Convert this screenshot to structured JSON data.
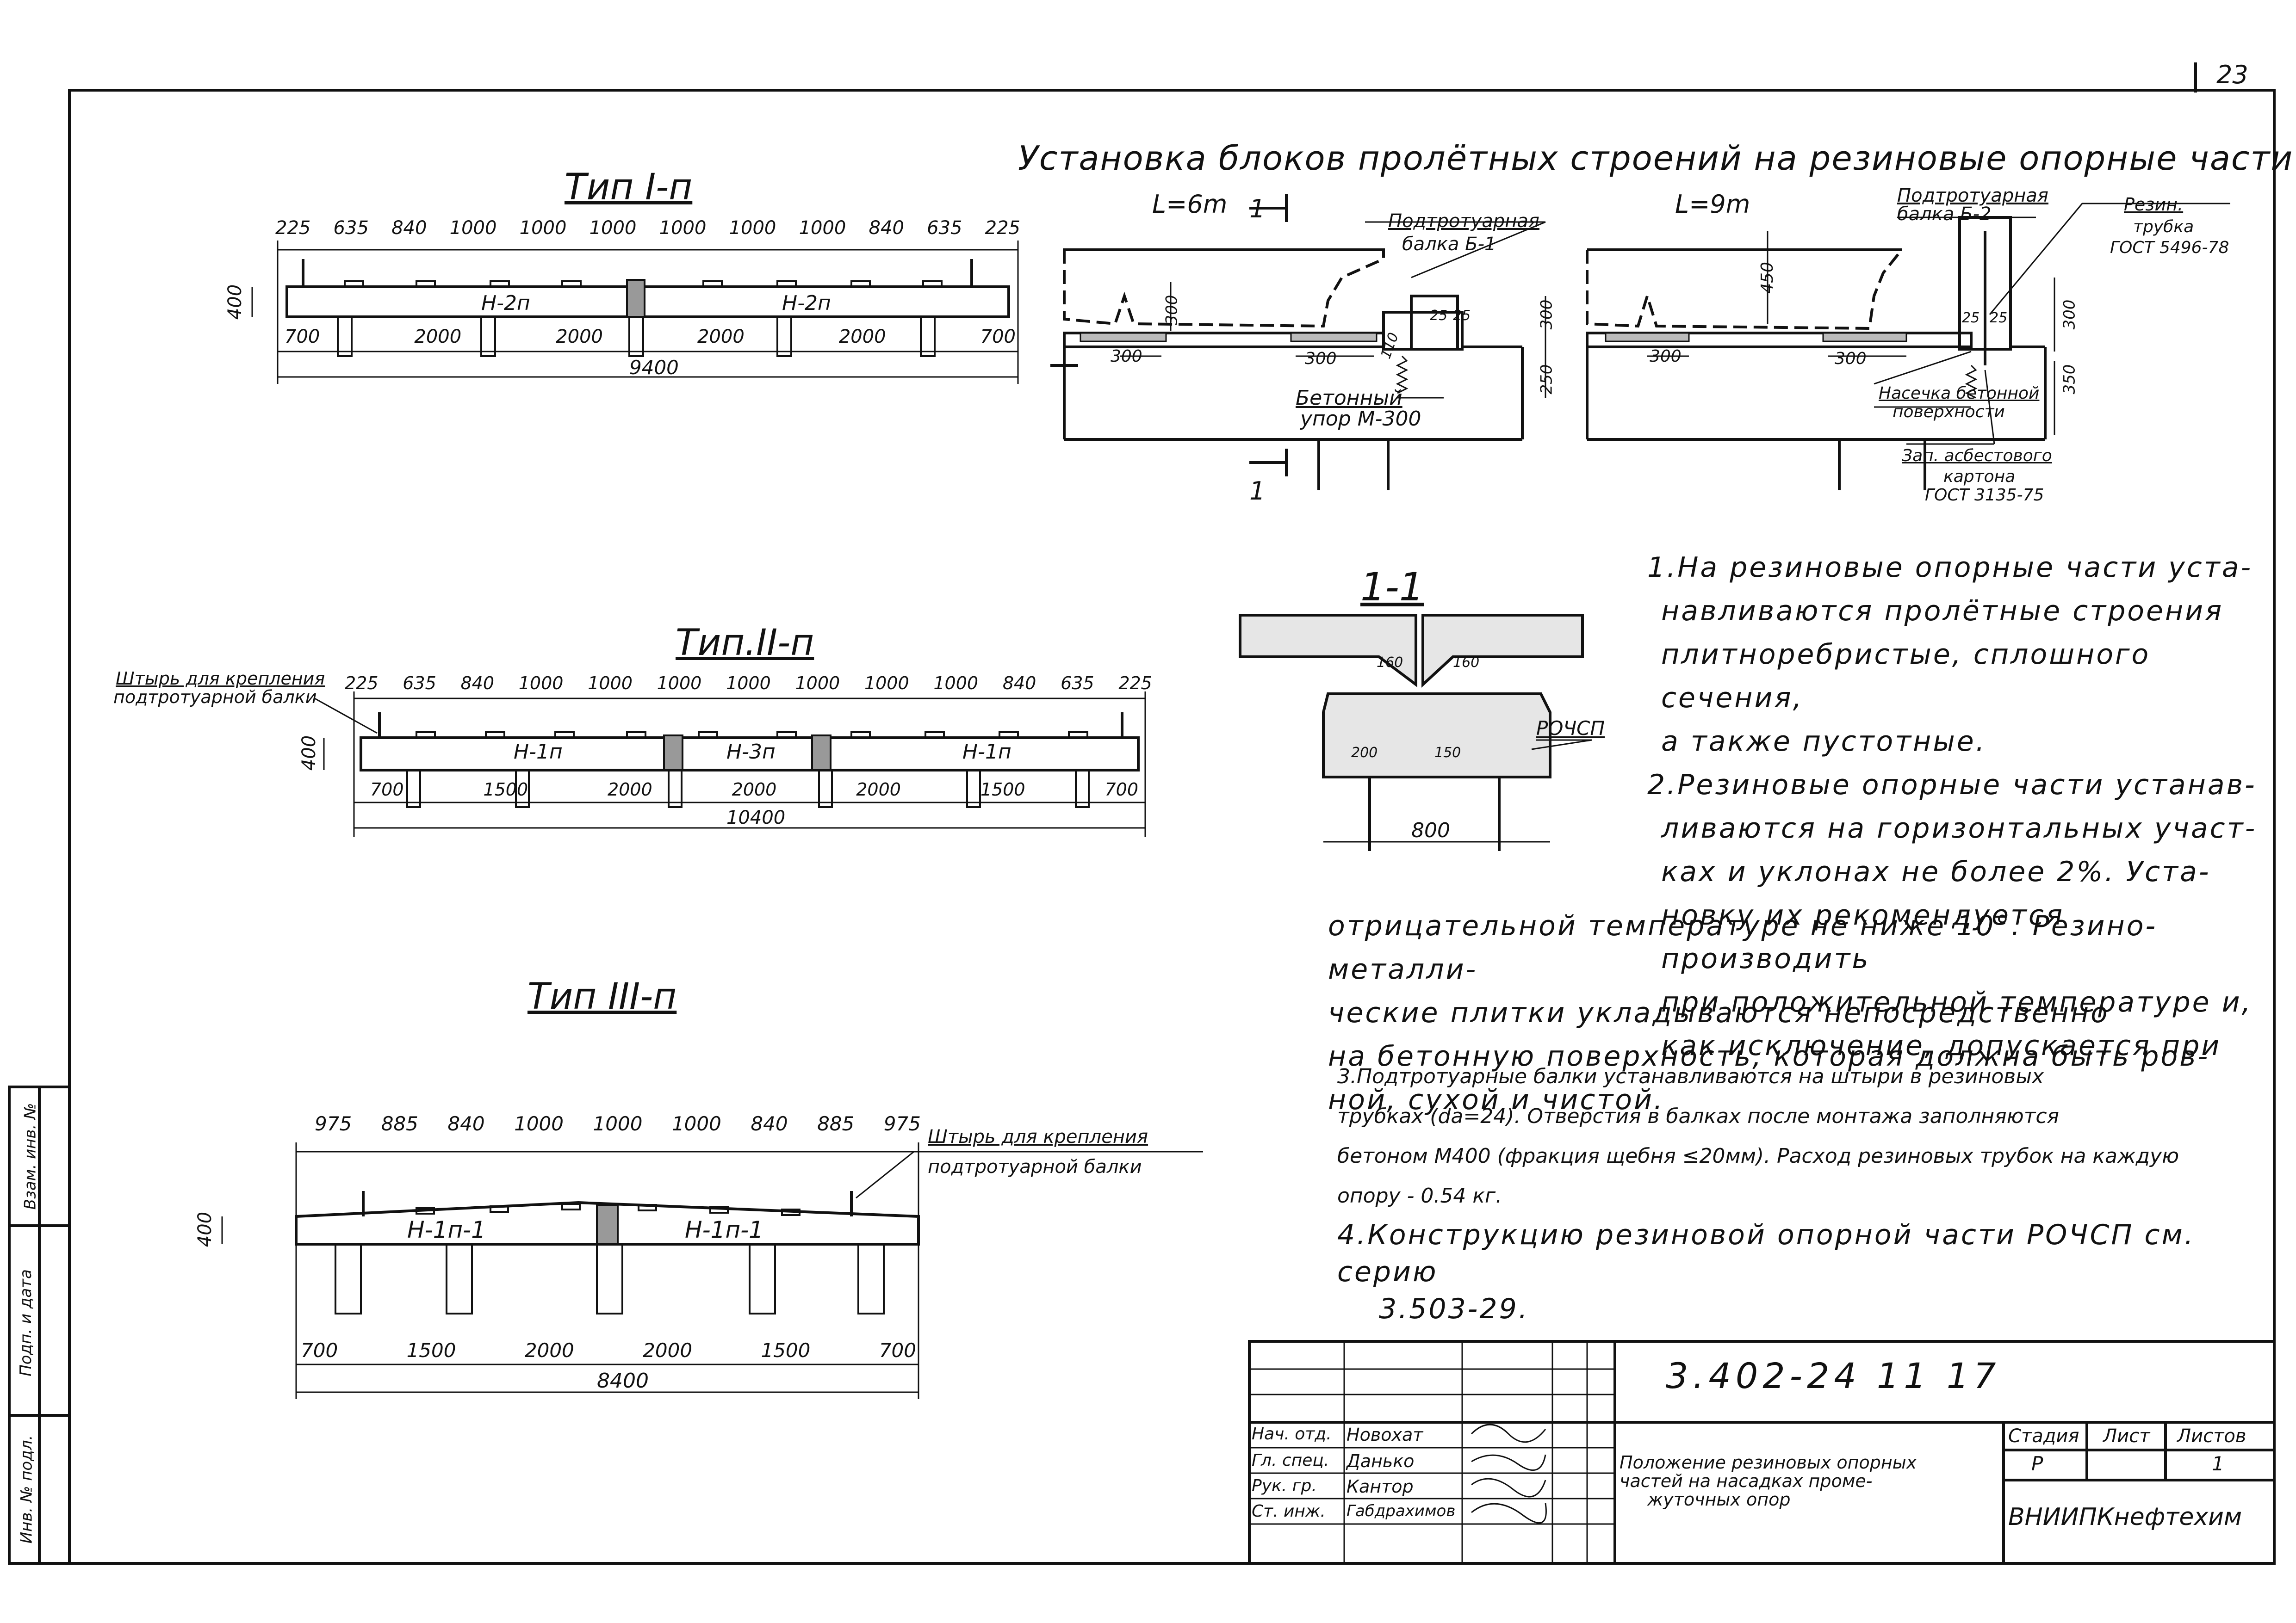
{
  "sheet_number": "23",
  "title_main": "Установка блоков пролётных строений на резиновые опорные части",
  "types": {
    "type1": {
      "title": "Тип I-п",
      "top_dims": [
        "225",
        "635",
        "840",
        "1000",
        "1000",
        "1000",
        "1000",
        "1000",
        "1000",
        "840",
        "635",
        "225"
      ],
      "height": "400",
      "blocks": [
        "Н-2п",
        "Н-2п"
      ],
      "bottom_dims": [
        "700",
        "2000",
        "2000",
        "2000",
        "2000",
        "700"
      ],
      "total": "9400"
    },
    "type2": {
      "title": "Тип.II-п",
      "pin_label_1": "Штырь для крепления",
      "pin_label_2": "подтротуарной балки",
      "top_dims": [
        "225",
        "635",
        "840",
        "1000",
        "1000",
        "1000",
        "1000",
        "1000",
        "1000",
        "1000",
        "840",
        "635",
        "225"
      ],
      "height": "400",
      "blocks": [
        "Н-1п",
        "Н-3п",
        "Н-1п"
      ],
      "bottom_dims": [
        "700",
        "1500",
        "2000",
        "2000",
        "2000",
        "1500",
        "700"
      ],
      "total": "10400"
    },
    "type3": {
      "title": "Тип III-п",
      "pin_label_1": "Штырь для крепления",
      "pin_label_2": "подтротуарной балки",
      "top_dims": [
        "975",
        "885",
        "840",
        "1000",
        "1000",
        "1000",
        "840",
        "885",
        "975"
      ],
      "height": "400",
      "blocks": [
        "Н-1п-1",
        "Н-1п-1"
      ],
      "bottom_dims": [
        "700",
        "1500",
        "2000",
        "2000",
        "1500",
        "700"
      ],
      "total": "8400"
    }
  },
  "install": {
    "left": {
      "span": "L=6m",
      "beam_label_1": "Подтротуарная",
      "beam_label_2": "балка Б-1",
      "dims": [
        "300",
        "300",
        "300",
        "25",
        "25",
        "300",
        "250",
        "110"
      ],
      "stop_1": "Бетонный",
      "stop_2": "упор М-300",
      "section_mark": "1"
    },
    "right": {
      "span": "L=9m",
      "beam_label_1": "Подтротуарная",
      "beam_label_2": "балка Б-2",
      "tube_1": "Резин.",
      "tube_2": "трубка",
      "tube_3": "ГОСТ 5496-78",
      "dims": [
        "450",
        "300",
        "300",
        "300",
        "350",
        "25",
        "25"
      ],
      "notch_1": "Насечка бетонной",
      "notch_2": "поверхности",
      "gasket_1": "Зап. асбестового",
      "gasket_2": "картона",
      "gasket_3": "ГОСТ 3135-75"
    }
  },
  "section": {
    "title": "1-1",
    "label": "РОЧСП",
    "width": "800",
    "marks": [
      "160",
      "160",
      "200",
      "150"
    ]
  },
  "notes": [
    "1.На резиновые опорные части уста-",
    "навливаются пролётные строения",
    "плитноребристые, сплошного сечения,",
    "а также пустотные.",
    "2.Резиновые опорные части устанав-",
    "ливаются на горизонтальных участ-",
    "ках и уклонах не более 2%. Уста-",
    "новку их рекомендуется производить",
    "при положительной температуре и,",
    "как исключение, допускается при",
    "отрицательной температуре не ниже 10°. Резино-металли-",
    "ческие плитки укладываются непосредственно",
    "на бетонную поверхность, которая должна быть ров-",
    "ной, сухой и чистой.",
    "3.Подтротуарные балки устанавливаются на штыри в резиновых",
    "трубках (dа=24). Отверстия в балках после монтажа заполняются",
    "бетоном М400 (фракция щебня ≤20мм). Расход резиновых трубок на каждую",
    "опору - 0.54 кг.",
    "4.Конструкцию резиновой опорной части РОЧСП см. серию",
    "3.503-29."
  ],
  "side_stamp": [
    "Взам. инв. №",
    "Подп. и дата",
    "Инв. № подл."
  ],
  "title_block": {
    "code": "3.402-24 11 17",
    "roles": [
      "Нач. отд.",
      "Гл. спец.",
      "Рук. гр.",
      "Ст. инж."
    ],
    "names": [
      "Новохат",
      "Данько",
      "Кантор",
      "Габдрахимов"
    ],
    "description_1": "Положение резиновых опорных",
    "description_2": "частей на насадках проме-",
    "description_3": "жуточных опор",
    "stage_label": "Стадия",
    "sheet_label": "Лист",
    "sheets_label": "Листов",
    "stage": "Р",
    "sheets": "1",
    "org": "ВНИИПКнефтехим"
  }
}
